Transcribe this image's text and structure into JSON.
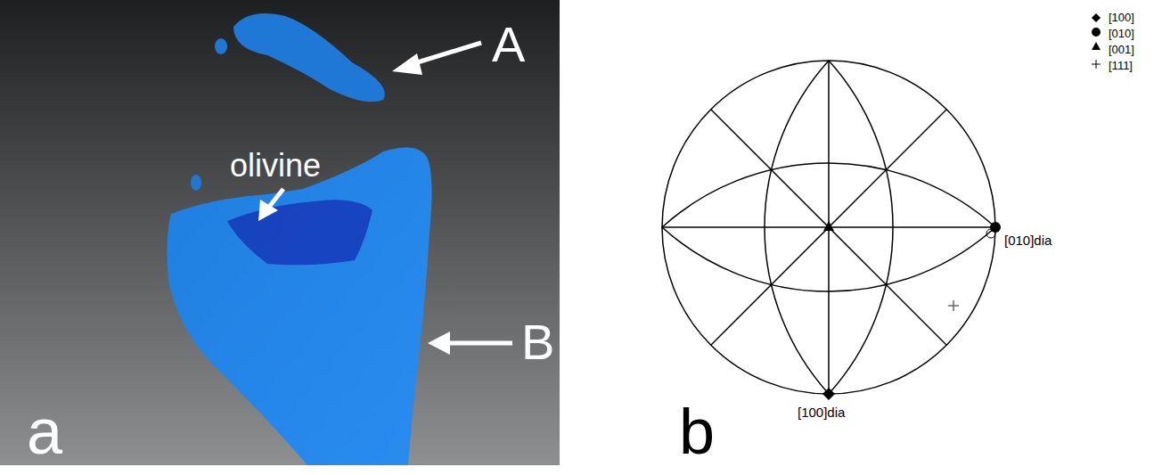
{
  "diagram": {
    "labels": [
      "A",
      "olivine",
      "B",
      "a",
      "[010]dia",
      "[100]dia",
      "b"
    ],
    "legend": [
      {
        "text": "[100]"
      },
      {
        "text": "[010]"
      },
      {
        "text": "[001]"
      },
      {
        "text": "[111]"
      }
    ]
  }
}
